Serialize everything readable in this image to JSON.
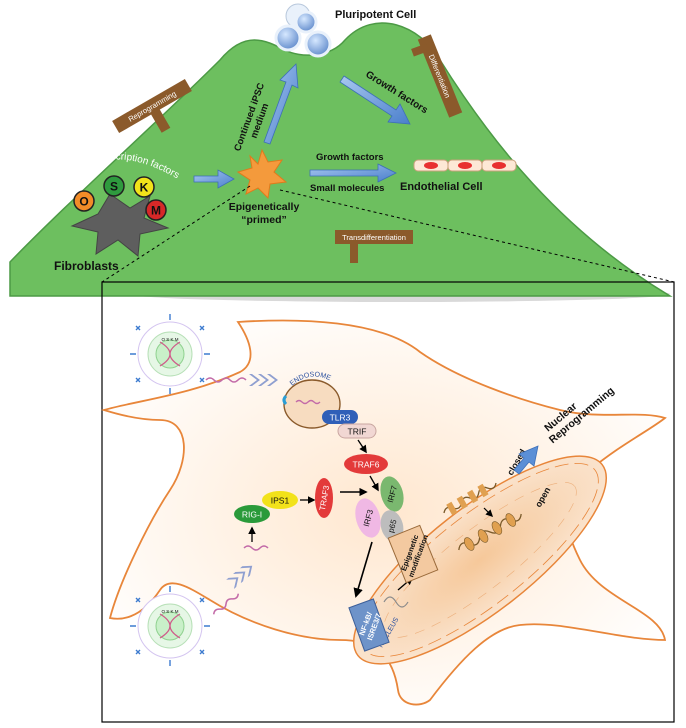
{
  "top": {
    "pluripotent_cell": "Pluripotent Cell",
    "reprogramming": "Reprogramming",
    "differentiation": "Differentiation",
    "transdifferentiation": "Transdifferentiation",
    "continued_ipsc_line1": "Continued iPSC",
    "continued_ipsc_line2": "medium",
    "growth_factors_diag": "Growth factors",
    "growth_factors": "Growth factors",
    "small_molecules": "Small molecules",
    "endothelial_cell": "Endothelial Cell",
    "epigenetically": "Epigenetically",
    "primed": "“primed”",
    "viral_tf": "Viral Transcription factors",
    "fibroblasts": "Fibroblasts",
    "factors": [
      "O",
      "S",
      "K",
      "M"
    ]
  },
  "inset": {
    "endosome": "ENDOSOME",
    "tlr3": "TLR3",
    "trif": "TRIF",
    "traf6": "TRAF6",
    "traf3": "TRAF3",
    "ips1": "IPS1",
    "rigi": "RIG-I",
    "irf3": "IRF3",
    "irf7": "IRF7",
    "p65": "p65",
    "closed": "closed",
    "open": "open",
    "epi_line1": "Epigenetic",
    "epi_line2": "modification",
    "nfkb_line1": "NF-kB/",
    "nfkb_line2": "ISRE3/7",
    "nucleus": "NUCLEUS",
    "nuclear_line1": "Nuclear",
    "nuclear_line2": "Reprogramming",
    "virus_label": "O S K M"
  },
  "colors": {
    "hill": "#6dbf5f",
    "hill_edge": "#4c9a45",
    "signpost": "#8b5a2b",
    "arrow": "#5b8fd6",
    "cell_outline": "#e8863a",
    "factor_O": "#f28c28",
    "factor_S": "#2e9a3e",
    "factor_K": "#f2e21a",
    "factor_M": "#d62828"
  }
}
